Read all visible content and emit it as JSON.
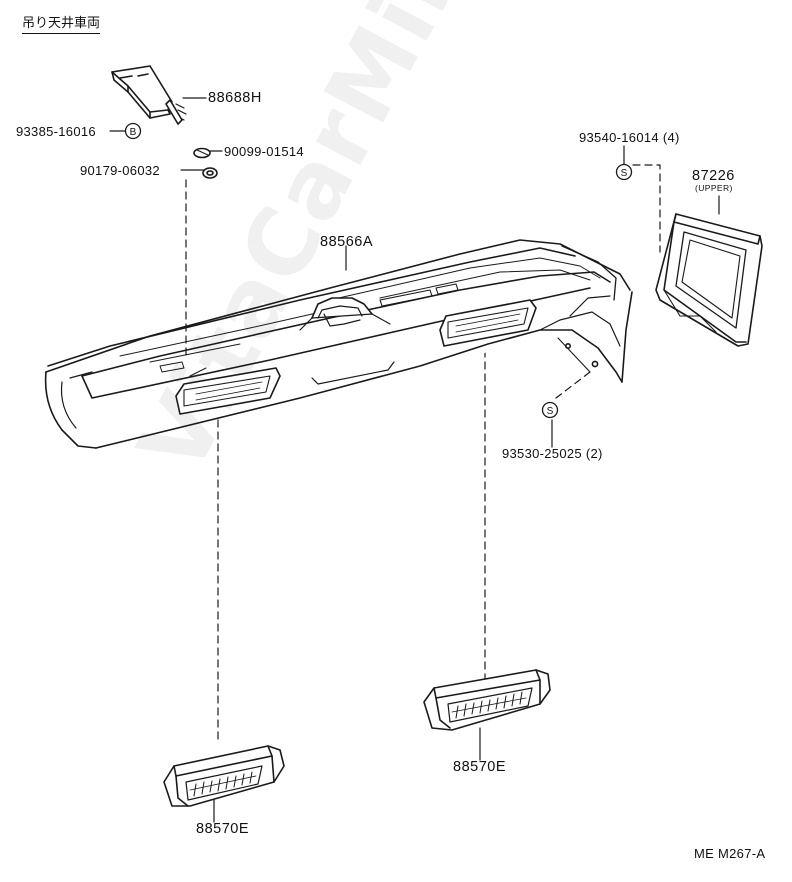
{
  "header": {
    "title": "吊り天井車両"
  },
  "watermark": "VitaCarMine.ru",
  "parts": {
    "bracket": "88688H",
    "bolt_b": "93385-16016",
    "washer": "90099-01514",
    "nut": "90179-06032",
    "panel": "88566A",
    "screw_upper": "93540-16014",
    "screw_upper_qty": "(4)",
    "frame": "87226",
    "frame_note": "(UPPER)",
    "screw_lower": "93530-25025",
    "screw_lower_qty": "(2)",
    "vent_left": "88570E",
    "vent_right": "88570E"
  },
  "symbols": {
    "bolt": "B",
    "screw": "S"
  },
  "diagram_code": "ME M267-A"
}
